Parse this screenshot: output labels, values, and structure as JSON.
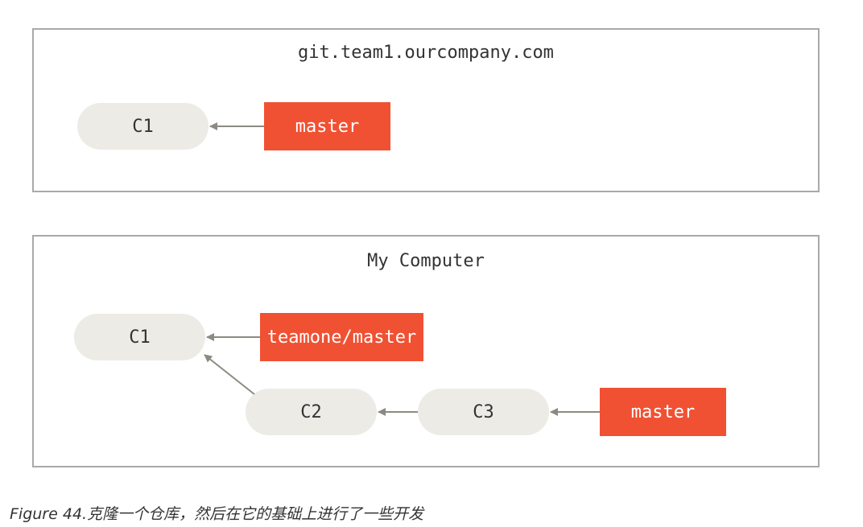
{
  "colors": {
    "branch_fill": "#f05133",
    "commit_fill": "#ecebe6",
    "arrow": "#8c8a82",
    "panel_border": "#a9a9a9"
  },
  "server": {
    "title": "git.team1.ourcompany.com",
    "commits": [
      "C1"
    ],
    "branches": [
      "master"
    ]
  },
  "local": {
    "title": "My Computer",
    "commits": [
      "C1",
      "C2",
      "C3"
    ],
    "branches": [
      "teamone/master",
      "master"
    ]
  },
  "caption": {
    "label": "Figure 44.",
    "text": "克隆一个仓库，然后在它的基础上进行了一些开发"
  }
}
